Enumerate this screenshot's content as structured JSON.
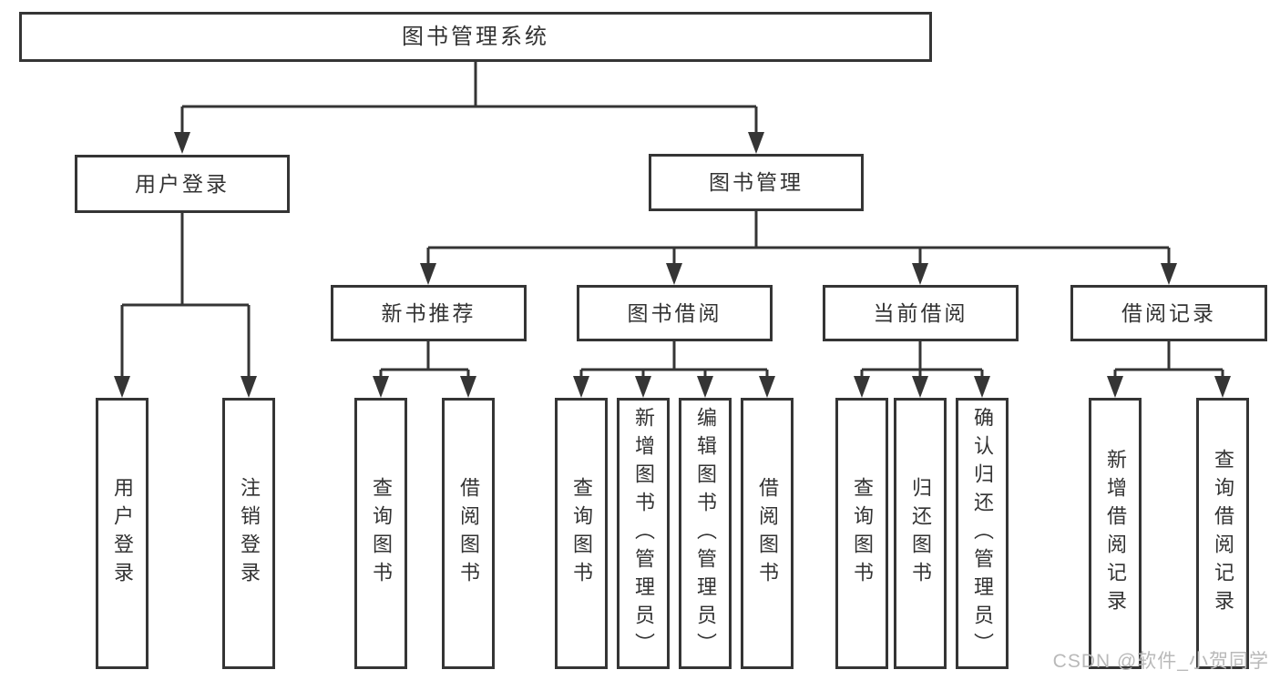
{
  "diagram": {
    "root": "图书管理系统",
    "level2": [
      "用户登录",
      "图书管理"
    ],
    "level3": [
      "新书推荐",
      "图书借阅",
      "当前借阅",
      "借阅记录"
    ],
    "leaves": {
      "user_login": [
        "用户登录",
        "注销登录"
      ],
      "new_book_recommend": [
        "查询图书",
        "借阅图书"
      ],
      "book_borrow": [
        "查询图书",
        "新增图书（管理员）",
        "编辑图书（管理员）",
        "借阅图书"
      ],
      "current_borrow": [
        "查询图书",
        "归还图书",
        "确认归还（管理员）"
      ],
      "borrow_record": [
        "新增借阅记录",
        "查询借阅记录"
      ]
    }
  },
  "watermark": "CSDN @软件_小贺同学",
  "colors": {
    "line": "#353535",
    "text": "#333333",
    "watermark": "#b9b9b9",
    "background": "#ffffff"
  }
}
